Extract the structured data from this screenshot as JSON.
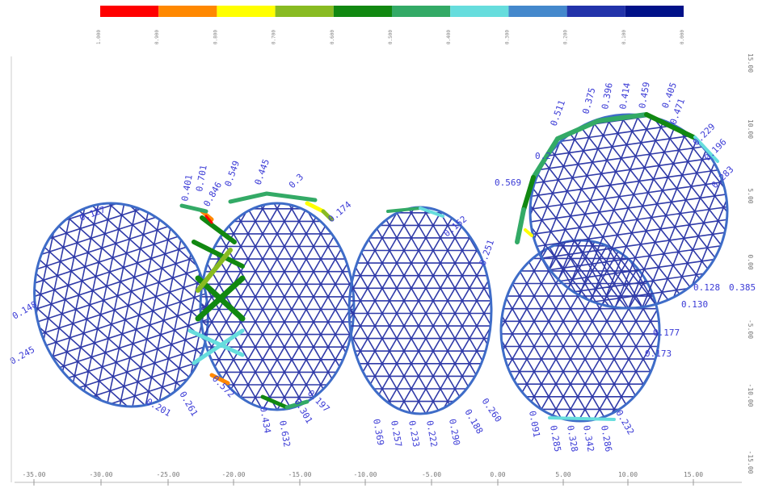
{
  "colors": {
    "background": "#ffffff",
    "mesh": "#2f3aa8",
    "annotation": "#3b3bd6",
    "axis": "#888888"
  },
  "legend": {
    "swatches": [
      "#ff0000",
      "#ff8800",
      "#ffff00",
      "#88bb22",
      "#118811",
      "#33aa66",
      "#66dddd",
      "#4488cc",
      "#2233aa",
      "#001188"
    ],
    "labels": [
      "1.000",
      "0.900",
      "0.800",
      "0.700",
      "0.600",
      "0.500",
      "0.400",
      "0.300",
      "0.200",
      "0.100",
      "0.000"
    ]
  },
  "x_axis": {
    "ticks": [
      "-35.00",
      "-30.00",
      "-25.00",
      "-20.00",
      "-15.00",
      "-10.00",
      "-5.00",
      "0.00",
      "5.00",
      "10.00",
      "15.00"
    ]
  },
  "y_axis": {
    "ticks": [
      "15.00",
      "10.00",
      "5.00",
      "0.00",
      "-5.00",
      "-10.00",
      "-15.00"
    ]
  },
  "annotations": [
    "0.401",
    "0.701",
    "0.846",
    "0.549",
    "0.445",
    "0.3",
    "0.174",
    "0.127",
    "0.148",
    "0.245",
    "0.201",
    "0.261",
    "0.572",
    "0.434",
    "0.632",
    "0.301",
    "0.197",
    "0.152",
    "0.251",
    "0.369",
    "0.257",
    "0.233",
    "0.222",
    "0.290",
    "0.188",
    "0.260",
    "0.091",
    "0.285",
    "0.328",
    "0.342",
    "0.286",
    "0.232",
    "0.173",
    "0.177",
    "0.130",
    "0.385",
    "0.128",
    "0.283",
    "0.196",
    "0.229",
    "0.471",
    "0.405",
    "0.459",
    "0.414",
    "0.396",
    "0.375",
    "0.511",
    "0.569",
    "0.2"
  ]
}
